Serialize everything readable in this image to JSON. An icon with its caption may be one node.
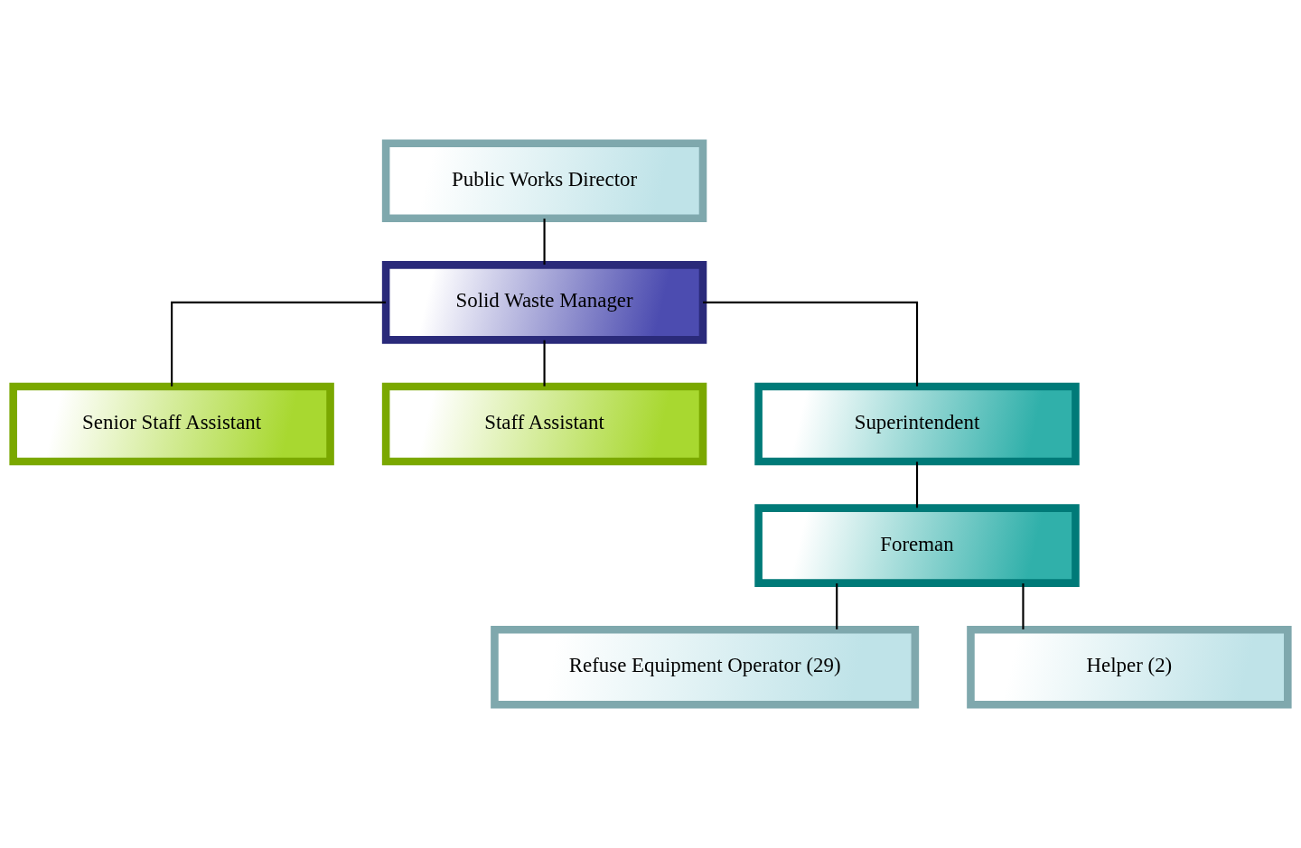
{
  "diagram": {
    "nodes": [
      {
        "text": [
          "Public Works Director"
        ]
      },
      {
        "text": [
          "Solid Waste Manager"
        ]
      },
      {
        "text": [
          "Senior Staff Assistant"
        ]
      },
      {
        "text": [
          "Staff Assistant"
        ]
      },
      {
        "text": [
          "Superintendent"
        ]
      },
      {
        "text": [
          "Foreman"
        ]
      },
      {
        "text": [
          "Refuse Equipment Operator (29)"
        ]
      },
      {
        "text": [
          "Helper (2)"
        ]
      }
    ],
    "edges": [
      {
        "from": 0,
        "to": 1,
        "arrow": "none"
      },
      {
        "from": 1,
        "to": 2,
        "arrow": "none"
      },
      {
        "from": 1,
        "to": 3,
        "arrow": "none"
      },
      {
        "from": 1,
        "to": 4,
        "arrow": "none"
      },
      {
        "from": 4,
        "to": 5,
        "arrow": "none"
      },
      {
        "from": 5,
        "to": 6,
        "arrow": "none"
      },
      {
        "from": 5,
        "to": 7,
        "arrow": "none"
      }
    ]
  }
}
